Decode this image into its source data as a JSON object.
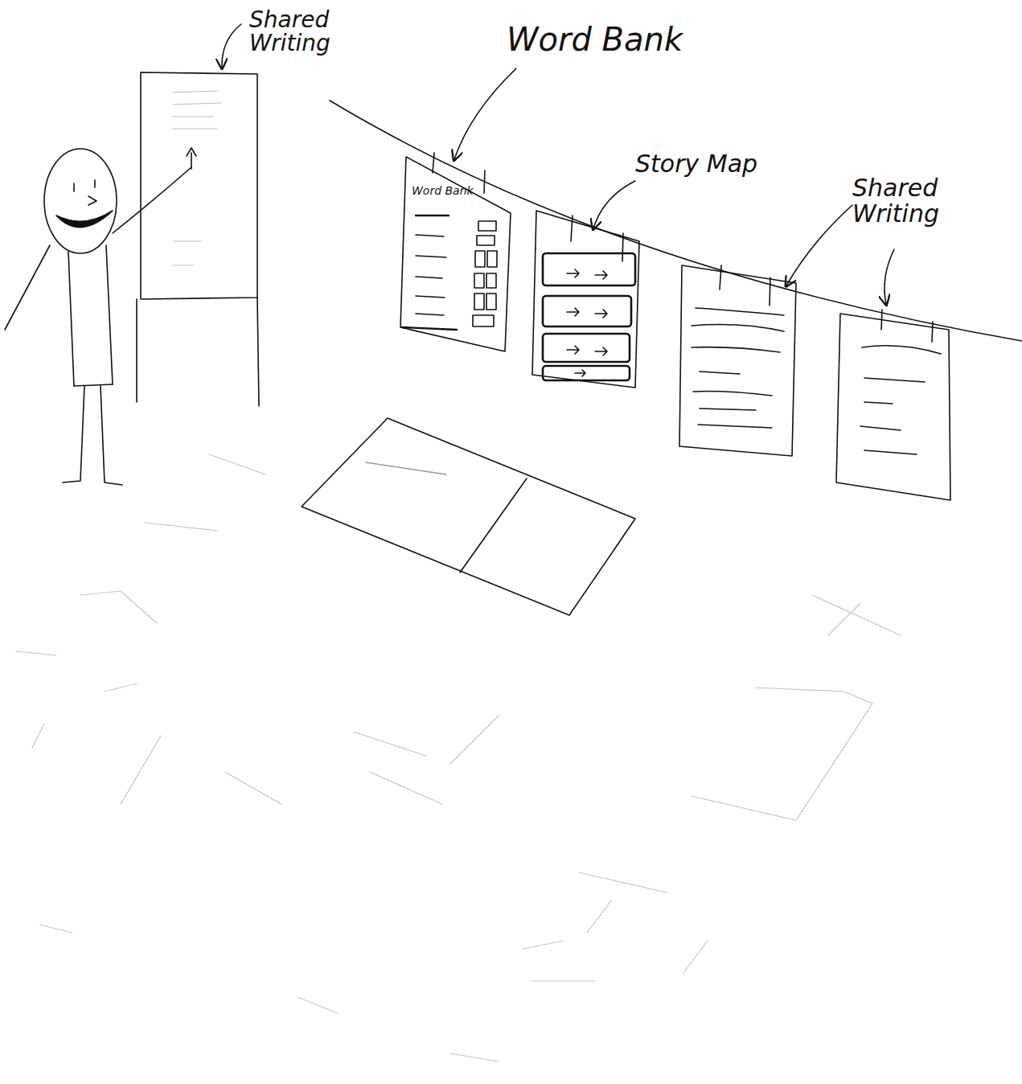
{
  "diagram": {
    "nodes": [
      {
        "text": [
          "Word Bank"
        ]
      }
    ],
    "labels": [
      "Shared Writing",
      "Word Bank",
      "Story Map",
      "Shared Writing"
    ]
  }
}
